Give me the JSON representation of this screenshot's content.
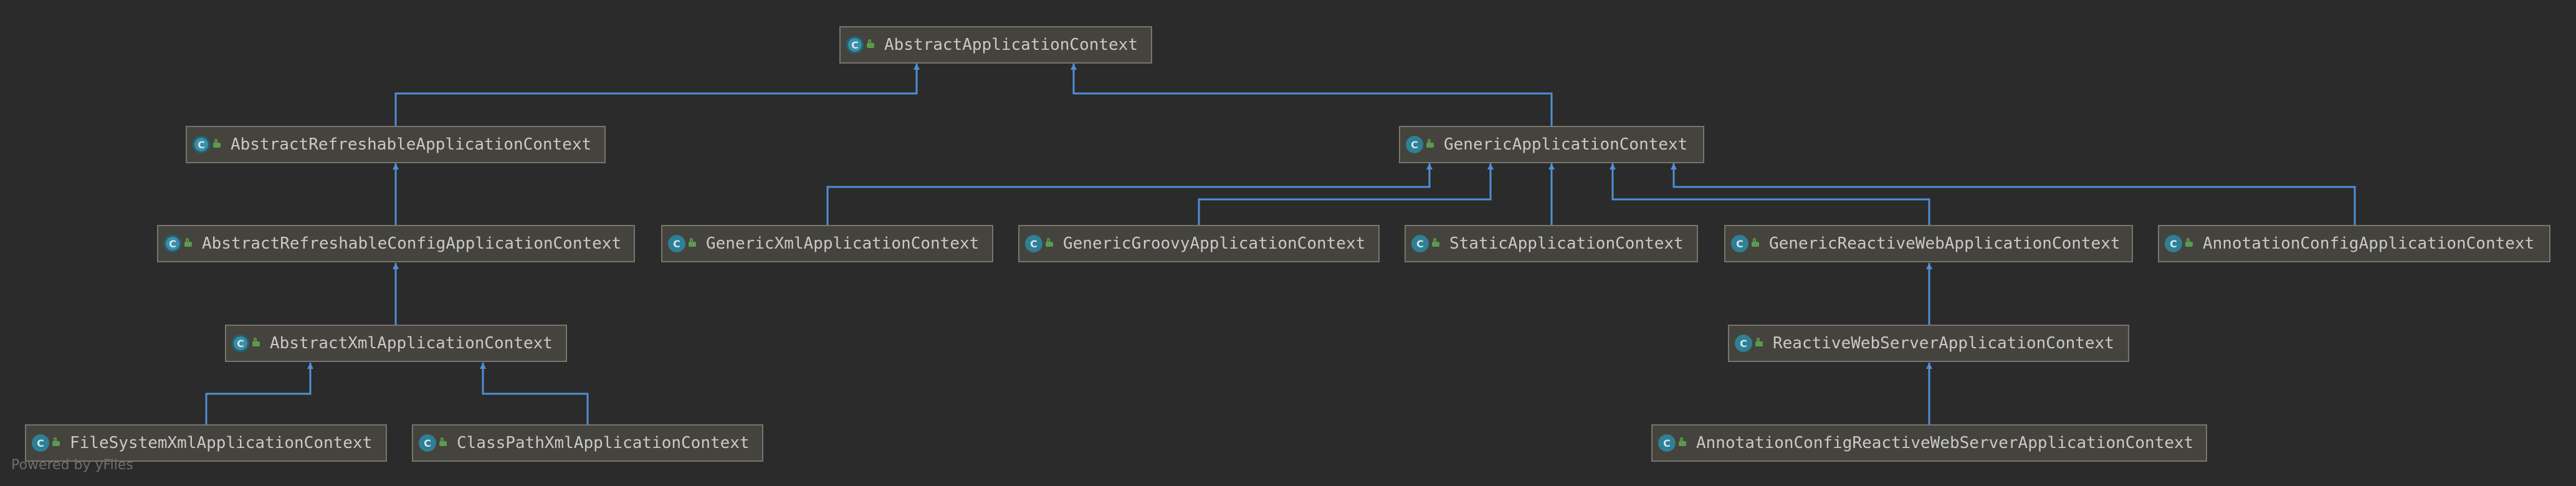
{
  "nodes": [
    {
      "id": "aac",
      "label": "AbstractApplicationContext",
      "kind": "abstract-class"
    },
    {
      "id": "arac",
      "label": "AbstractRefreshableApplicationContext",
      "kind": "abstract-class"
    },
    {
      "id": "gac",
      "label": "GenericApplicationContext",
      "kind": "class"
    },
    {
      "id": "arcac",
      "label": "AbstractRefreshableConfigApplicationContext",
      "kind": "abstract-class"
    },
    {
      "id": "gxac",
      "label": "GenericXmlApplicationContext",
      "kind": "class"
    },
    {
      "id": "ggac",
      "label": "GenericGroovyApplicationContext",
      "kind": "class"
    },
    {
      "id": "sac",
      "label": "StaticApplicationContext",
      "kind": "class"
    },
    {
      "id": "grwac",
      "label": "GenericReactiveWebApplicationContext",
      "kind": "class"
    },
    {
      "id": "acac",
      "label": "AnnotationConfigApplicationContext",
      "kind": "class"
    },
    {
      "id": "axac",
      "label": "AbstractXmlApplicationContext",
      "kind": "abstract-class"
    },
    {
      "id": "rwsac",
      "label": "ReactiveWebServerApplicationContext",
      "kind": "class"
    },
    {
      "id": "fsxac",
      "label": "FileSystemXmlApplicationContext",
      "kind": "class"
    },
    {
      "id": "cpxac",
      "label": "ClassPathXmlApplicationContext",
      "kind": "class"
    },
    {
      "id": "acrwsac",
      "label": "AnnotationConfigReactiveWebServerApplicationContext",
      "kind": "class"
    }
  ],
  "edges": [
    {
      "from": "arac",
      "to": "aac",
      "type": "extends"
    },
    {
      "from": "gac",
      "to": "aac",
      "type": "extends"
    },
    {
      "from": "arcac",
      "to": "arac",
      "type": "extends"
    },
    {
      "from": "axac",
      "to": "arcac",
      "type": "extends"
    },
    {
      "from": "fsxac",
      "to": "axac",
      "type": "extends"
    },
    {
      "from": "cpxac",
      "to": "axac",
      "type": "extends"
    },
    {
      "from": "gxac",
      "to": "gac",
      "type": "extends"
    },
    {
      "from": "ggac",
      "to": "gac",
      "type": "extends"
    },
    {
      "from": "sac",
      "to": "gac",
      "type": "extends"
    },
    {
      "from": "grwac",
      "to": "gac",
      "type": "extends"
    },
    {
      "from": "acac",
      "to": "gac",
      "type": "extends"
    },
    {
      "from": "rwsac",
      "to": "grwac",
      "type": "extends"
    },
    {
      "from": "acrwsac",
      "to": "rwsac",
      "type": "extends"
    }
  ],
  "icons": {
    "class": "class-icon",
    "abstract-class": "abstract-class-icon",
    "access": "public-access-icon"
  },
  "colors": {
    "background": "#2b2b2b",
    "node_fill": "#45433d",
    "node_border": "#77756c",
    "text": "#c9c9c9",
    "edge": "#4f8fd6"
  },
  "footer": {
    "credit": "Powered by yFiles"
  }
}
